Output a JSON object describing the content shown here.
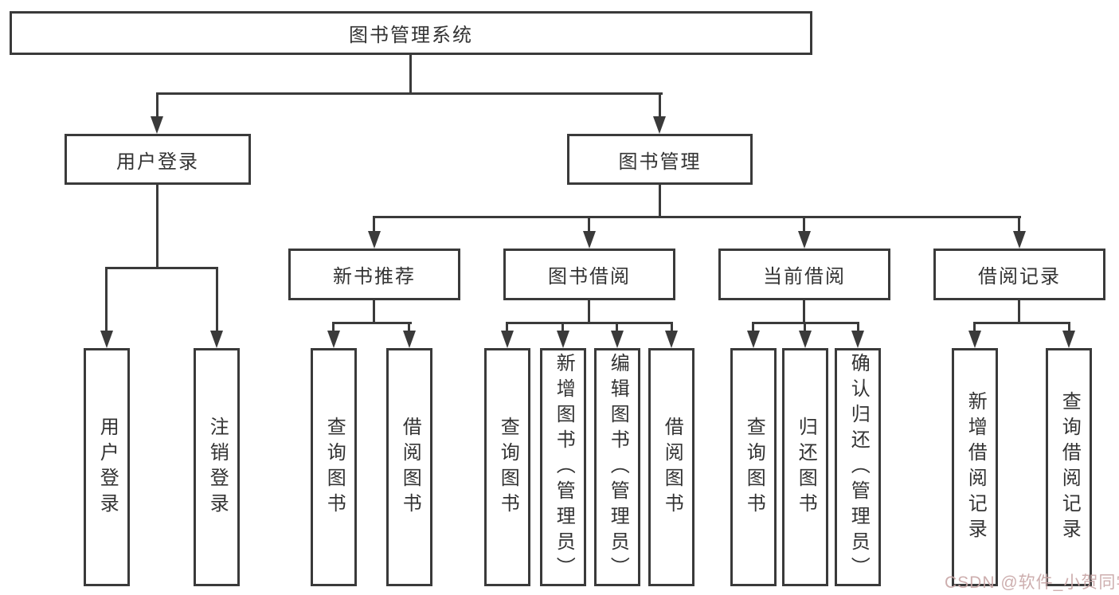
{
  "tree": {
    "root": "图书管理系统",
    "user_login": {
      "label": "用户登录",
      "children": [
        "用户登录",
        "注销登录"
      ]
    },
    "book_mgmt": {
      "label": "图书管理",
      "children": [
        {
          "label": "新书推荐",
          "children": [
            "查询图书",
            "借阅图书"
          ]
        },
        {
          "label": "图书借阅",
          "children": [
            "查询图书",
            "新增图书（管理员）",
            "编辑图书（管理员）",
            "借阅图书"
          ]
        },
        {
          "label": "当前借阅",
          "children": [
            "查询图书",
            "归还图书",
            "确认归还（管理员）"
          ]
        },
        {
          "label": "借阅记录",
          "children": [
            "新增借阅记录",
            "查询借阅记录"
          ]
        }
      ]
    }
  },
  "watermark": "CSDN @软件_小贺同学",
  "colors": {
    "line": "#3a3a3a",
    "text": "#333333",
    "watermark": "#c9a8a8",
    "background": "#ffffff"
  }
}
